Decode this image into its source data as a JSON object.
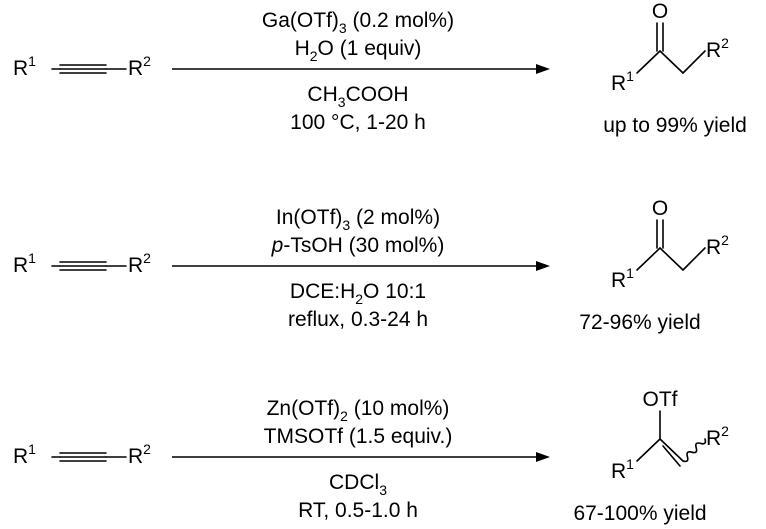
{
  "reactions": [
    {
      "reactant": {
        "r1": "R",
        "r1_sup": "1",
        "r2": "R",
        "r2_sup": "2"
      },
      "above": [
        {
          "parts": [
            {
              "t": "Ga(OTf)"
            },
            {
              "t": "3",
              "sub": true
            },
            {
              "t": " (0.2 mol%)"
            }
          ]
        },
        {
          "parts": [
            {
              "t": "H"
            },
            {
              "t": "2",
              "sub": true
            },
            {
              "t": "O (1 equiv)"
            }
          ]
        }
      ],
      "below": [
        {
          "parts": [
            {
              "t": "CH"
            },
            {
              "t": "3",
              "sub": true
            },
            {
              "t": "COOH"
            }
          ]
        },
        {
          "parts": [
            {
              "t": "100 °C, 1-20 h"
            }
          ]
        }
      ],
      "product": {
        "type": "ketone",
        "o": "O",
        "r1": "R",
        "r1_sup": "1",
        "r2": "R",
        "r2_sup": "2"
      },
      "yield": "up to 99% yield"
    },
    {
      "reactant": {
        "r1": "R",
        "r1_sup": "1",
        "r2": "R",
        "r2_sup": "2"
      },
      "above": [
        {
          "parts": [
            {
              "t": "In(OTf)"
            },
            {
              "t": "3",
              "sub": true
            },
            {
              "t": " (2 mol%)"
            }
          ]
        },
        {
          "parts": [
            {
              "t": "p",
              "italic": true
            },
            {
              "t": "-TsOH (30 mol%)"
            }
          ]
        }
      ],
      "below": [
        {
          "parts": [
            {
              "t": "DCE:H"
            },
            {
              "t": "2",
              "sub": true
            },
            {
              "t": "O 10:1"
            }
          ]
        },
        {
          "parts": [
            {
              "t": "reflux, 0.3-24 h"
            }
          ]
        }
      ],
      "product": {
        "type": "ketone",
        "o": "O",
        "r1": "R",
        "r1_sup": "1",
        "r2": "R",
        "r2_sup": "2"
      },
      "yield": "72-96% yield"
    },
    {
      "reactant": {
        "r1": "R",
        "r1_sup": "1",
        "r2": "R",
        "r2_sup": "2"
      },
      "above": [
        {
          "parts": [
            {
              "t": "Zn(OTf)"
            },
            {
              "t": "2",
              "sub": true
            },
            {
              "t": " (10 mol%)"
            }
          ]
        },
        {
          "parts": [
            {
              "t": "TMSOTf (1.5 equiv.)"
            }
          ]
        }
      ],
      "below": [
        {
          "parts": [
            {
              "t": "CDCl"
            },
            {
              "t": "3",
              "sub": true
            }
          ]
        },
        {
          "parts": [
            {
              "t": "RT, 0.5-1.0 h"
            }
          ]
        }
      ],
      "product": {
        "type": "vinyl-triflate",
        "o": "OTf",
        "r1": "R",
        "r1_sup": "1",
        "r2": "R",
        "r2_sup": "2"
      },
      "yield": "67-100% yield"
    }
  ]
}
